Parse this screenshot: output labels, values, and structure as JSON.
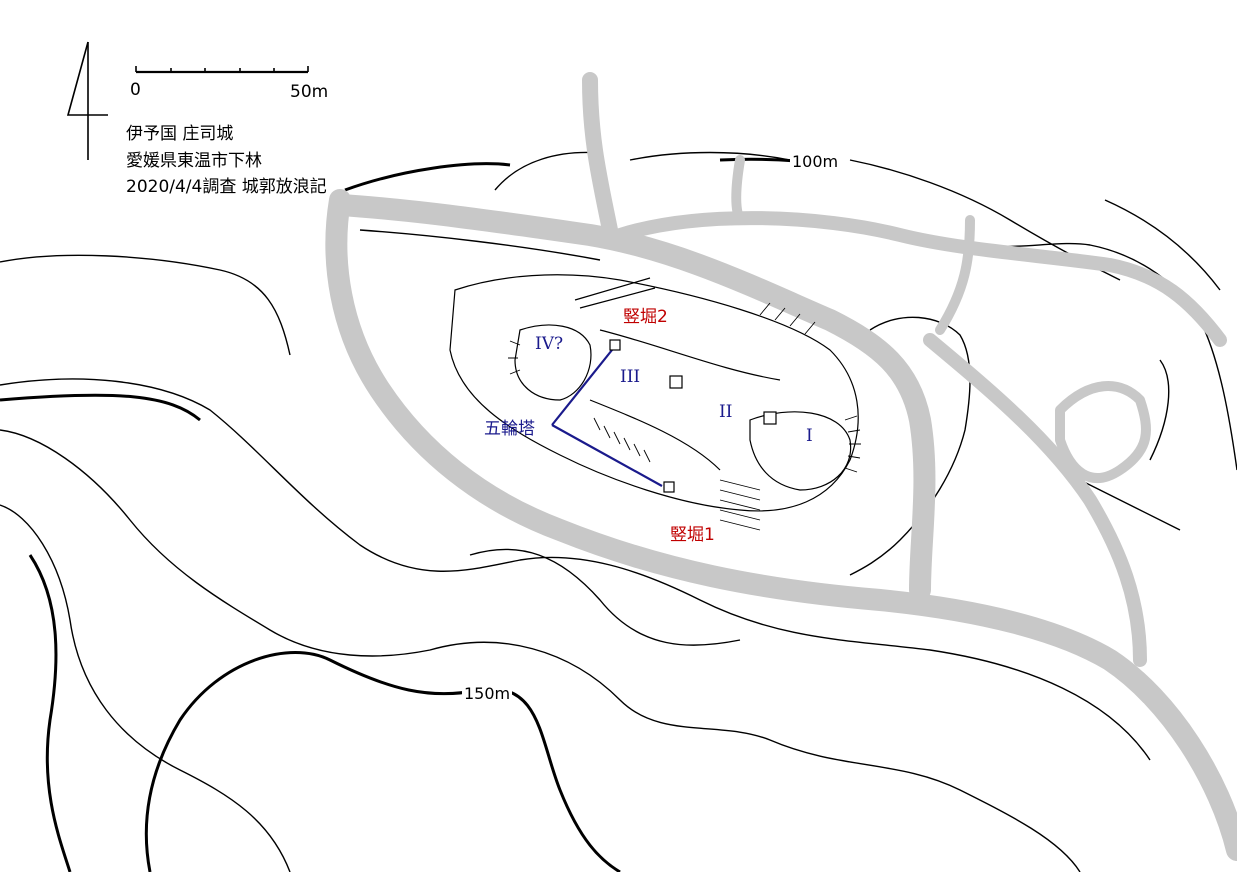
{
  "map": {
    "title_lines": [
      "伊予国 庄司城",
      "愛媛県東温市下林",
      "2020/4/4調査 城郭放浪記"
    ],
    "scale": {
      "zero_label": "0",
      "end_label": "50m"
    },
    "contours": {
      "label_100": "100m",
      "label_150": "150m"
    },
    "features": {
      "bailey_1": "I",
      "bailey_2": "II",
      "bailey_3": "III",
      "bailey_4": "IV?",
      "vertical_moat_1": "竪堀1",
      "vertical_moat_2": "竪堀2",
      "gorinto": "五輪塔"
    },
    "colors": {
      "road": "#c8c8c8",
      "red_label": "#c00000",
      "blue_label": "#1a1a8c"
    },
    "icons": [
      "north-arrow-icon",
      "scale-bar-icon"
    ]
  }
}
